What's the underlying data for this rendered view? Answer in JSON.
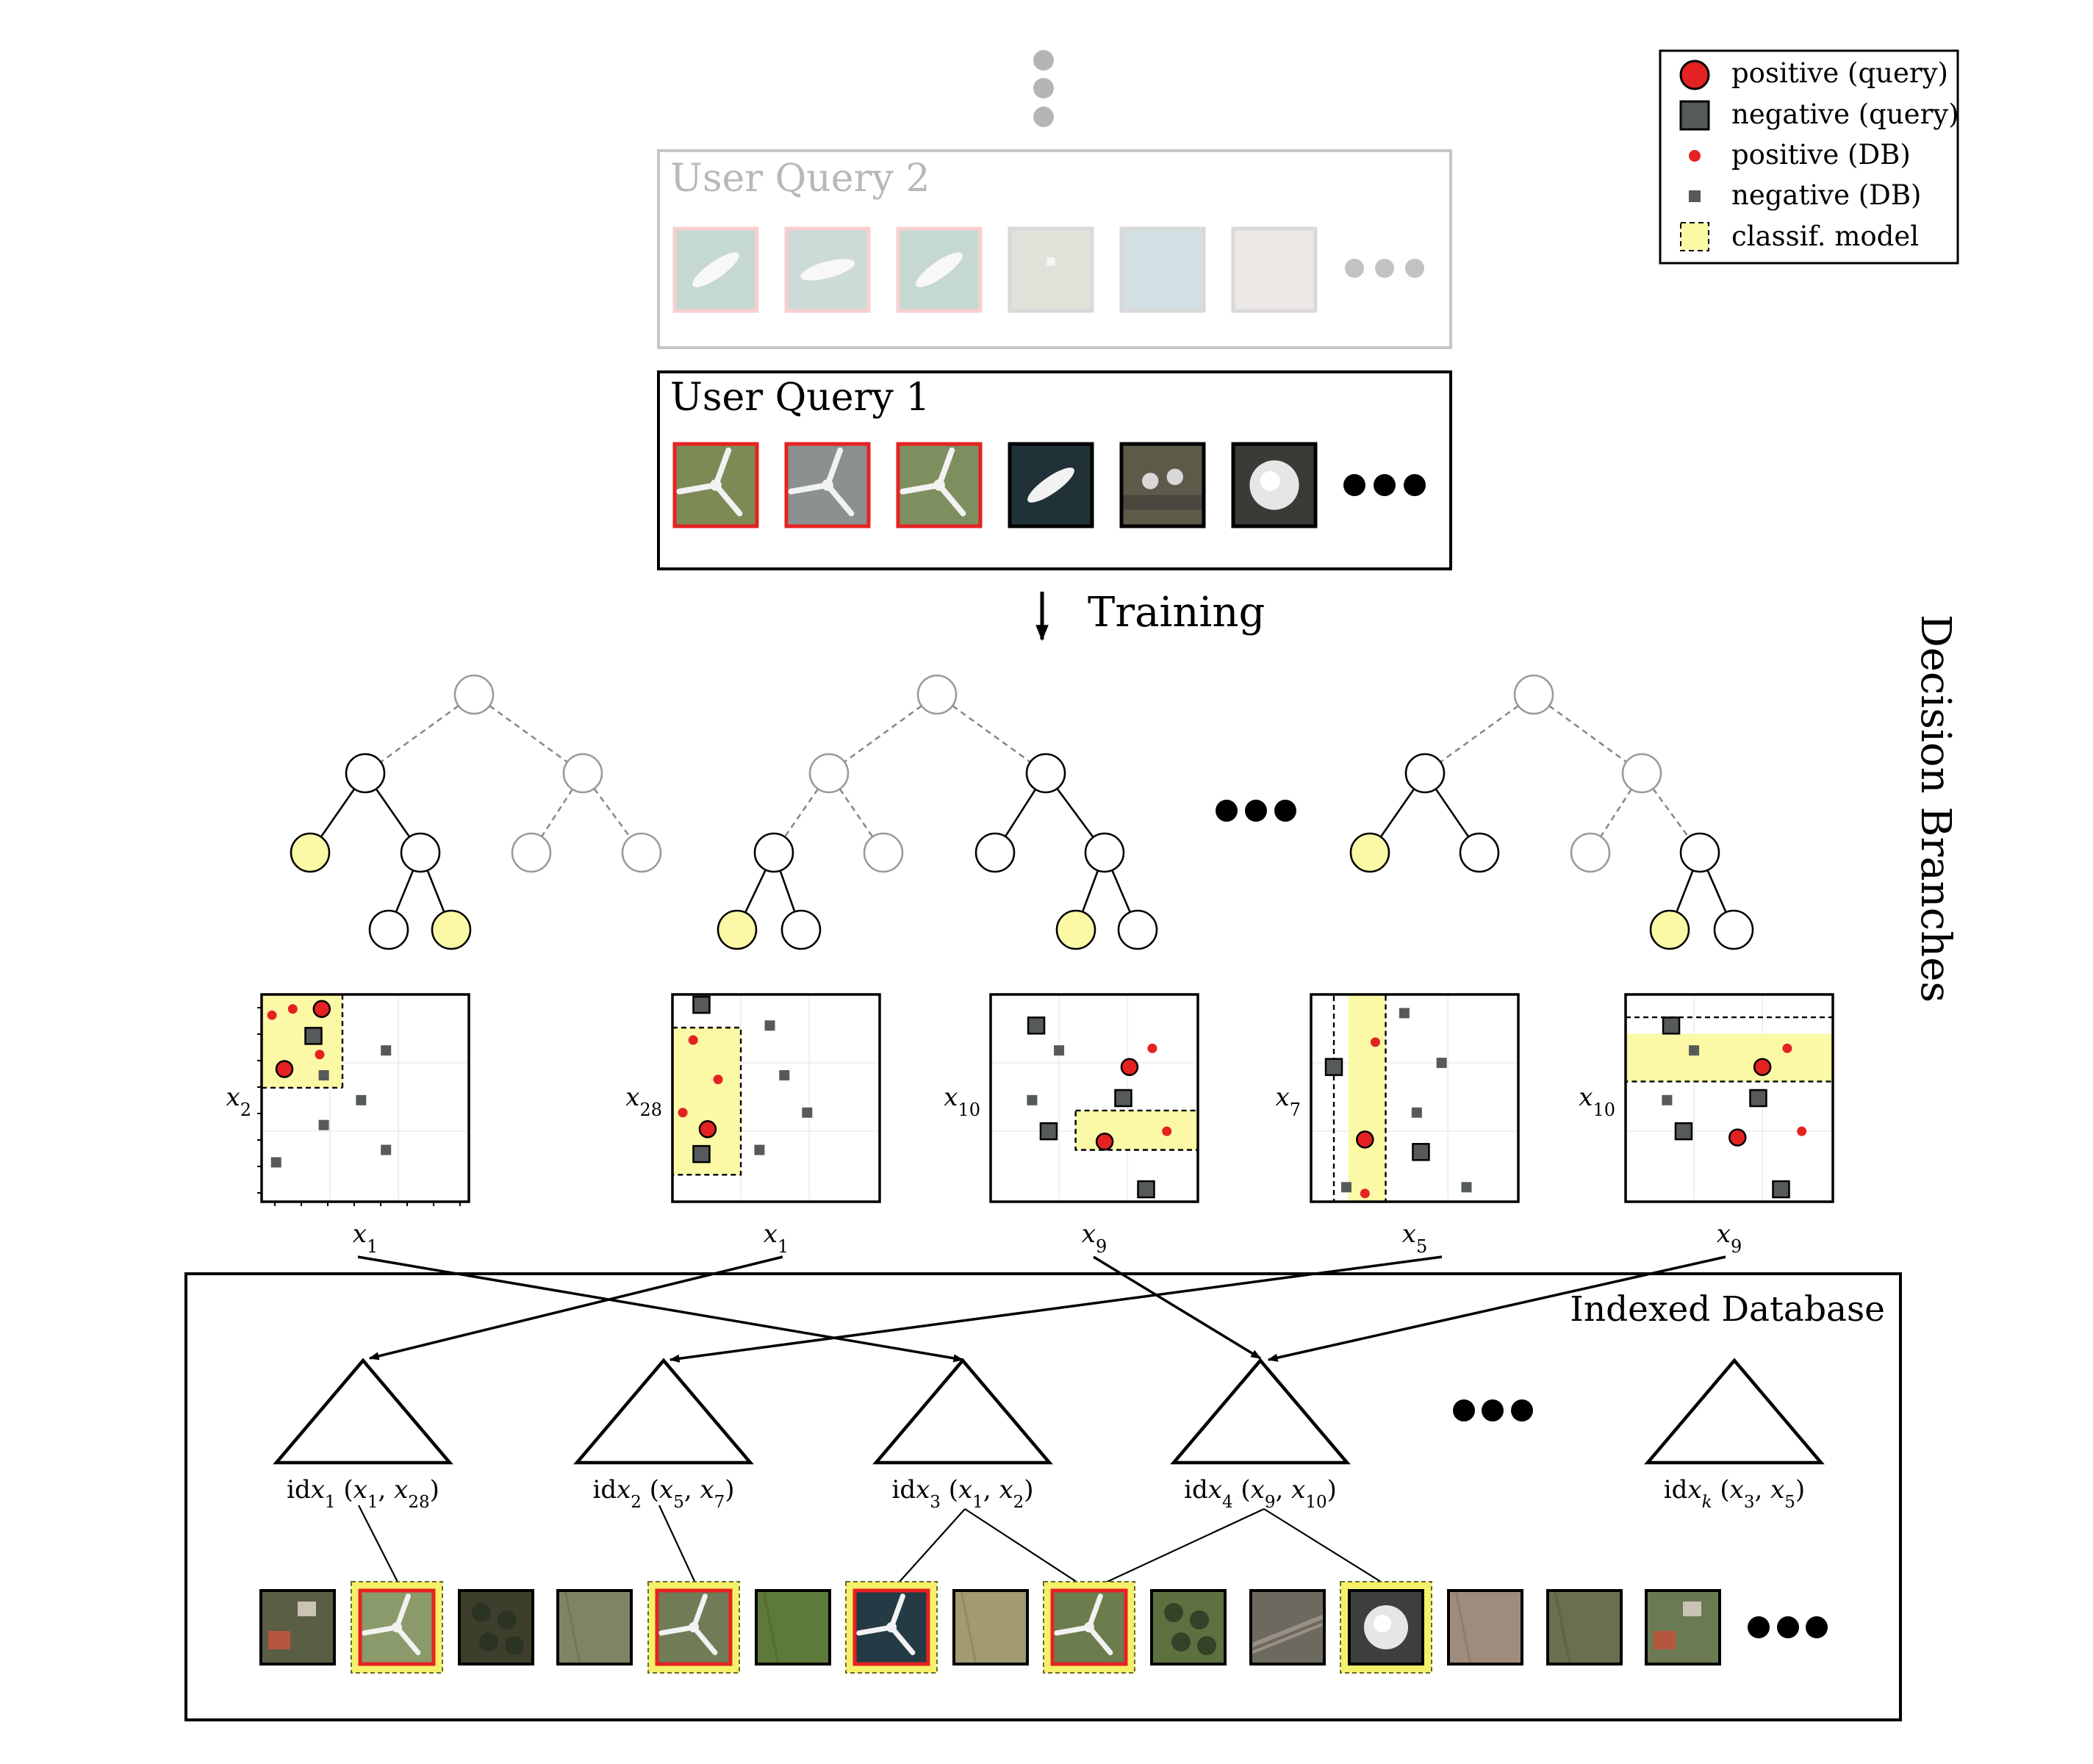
{
  "legend": {
    "items": [
      {
        "key": "pos_query",
        "label": "positive (query)"
      },
      {
        "key": "neg_query",
        "label": "negative (query)"
      },
      {
        "key": "pos_db",
        "label": "positive (DB)"
      },
      {
        "key": "neg_db",
        "label": "negative (DB)"
      },
      {
        "key": "model",
        "label": "classif. model"
      }
    ]
  },
  "query2": {
    "title": "User Query 2",
    "thumbs": [
      {
        "kind": "pos",
        "icon": "boat-icon",
        "color": "#8fb3a6"
      },
      {
        "kind": "pos",
        "icon": "ship-icon",
        "color": "#9ab9b0"
      },
      {
        "kind": "pos",
        "icon": "boat-icon",
        "color": "#8fb3a6"
      },
      {
        "kind": "neg",
        "icon": "pier-icon",
        "color": "#c3c7b5"
      },
      {
        "kind": "neg",
        "icon": "water-icon",
        "color": "#a7c2c9"
      },
      {
        "kind": "neg",
        "icon": "sand-icon",
        "color": "#d8d3cf"
      }
    ]
  },
  "query1": {
    "title": "User Query 1",
    "thumbs": [
      {
        "kind": "pos",
        "icon": "wind-turbine-icon",
        "color": "#7d8a56"
      },
      {
        "kind": "pos",
        "icon": "wind-turbine-icon",
        "color": "#8b9190"
      },
      {
        "kind": "pos",
        "icon": "wind-turbine-icon",
        "color": "#7e8f5f"
      },
      {
        "kind": "neg",
        "icon": "boat-icon",
        "color": "#203238"
      },
      {
        "kind": "neg",
        "icon": "chimney-icon",
        "color": "#5e5a4a"
      },
      {
        "kind": "neg",
        "icon": "tank-icon",
        "color": "#3b3a36"
      }
    ]
  },
  "training_label": "Training",
  "branches_label": "Decision Branches",
  "database_title": "Indexed Database",
  "scatter_plots": [
    {
      "xlabel": "x",
      "xsub": "1",
      "ylabel": "x",
      "ysub": "2"
    },
    {
      "xlabel": "x",
      "xsub": "1",
      "ylabel": "x",
      "ysub": "28"
    },
    {
      "xlabel": "x",
      "xsub": "9",
      "ylabel": "x",
      "ysub": "10"
    },
    {
      "xlabel": "x",
      "xsub": "5",
      "ylabel": "x",
      "ysub": "7"
    },
    {
      "xlabel": "x",
      "xsub": "9",
      "ylabel": "x",
      "ysub": "10"
    }
  ],
  "indexes": [
    {
      "name": "idx",
      "sub": "1",
      "a": "x",
      "asub": "1",
      "b": "x",
      "bsub": "28"
    },
    {
      "name": "idx",
      "sub": "2",
      "a": "x",
      "asub": "5",
      "b": "x",
      "bsub": "7"
    },
    {
      "name": "idx",
      "sub": "3",
      "a": "x",
      "asub": "1",
      "b": "x",
      "bsub": "2"
    },
    {
      "name": "idx",
      "sub": "4",
      "a": "x",
      "asub": "9",
      "b": "x",
      "bsub": "10"
    },
    {
      "name": "idx",
      "sub": "k",
      "a": "x",
      "asub": "3",
      "b": "x",
      "bsub": "5"
    }
  ],
  "db_thumbs": [
    {
      "icon": "houses-icon",
      "color": "#5a5e44",
      "frame": "none"
    },
    {
      "icon": "wind-turbine-icon",
      "color": "#8a9a6a",
      "frame": "pos"
    },
    {
      "icon": "forest-icon",
      "color": "#3d3f2c",
      "frame": "none"
    },
    {
      "icon": "field-icon",
      "color": "#7f8466",
      "frame": "none"
    },
    {
      "icon": "wind-turbine-icon",
      "color": "#6f7c56",
      "frame": "pos"
    },
    {
      "icon": "field-icon",
      "color": "#5e7a3a",
      "frame": "none"
    },
    {
      "icon": "wind-turbine-icon",
      "color": "#243a44",
      "frame": "pos"
    },
    {
      "icon": "field-icon",
      "color": "#a29a70",
      "frame": "none"
    },
    {
      "icon": "wind-turbine-icon",
      "color": "#6b7d4d",
      "frame": "pos"
    },
    {
      "icon": "forest-icon",
      "color": "#5d7040",
      "frame": "none"
    },
    {
      "icon": "rail-icon",
      "color": "#6c6a5e",
      "frame": "none"
    },
    {
      "icon": "tank-icon",
      "color": "#3c3f3e",
      "frame": "neg"
    },
    {
      "icon": "field-icon",
      "color": "#a08c7c",
      "frame": "none"
    },
    {
      "icon": "field-icon",
      "color": "#6b6e50",
      "frame": "none"
    },
    {
      "icon": "houses-icon",
      "color": "#6b7a52",
      "frame": "none"
    }
  ],
  "colors": {
    "positive": "#e52222",
    "negative": "#575a5a",
    "model": "#fbf9a6",
    "faded": "#b0b0b0"
  }
}
